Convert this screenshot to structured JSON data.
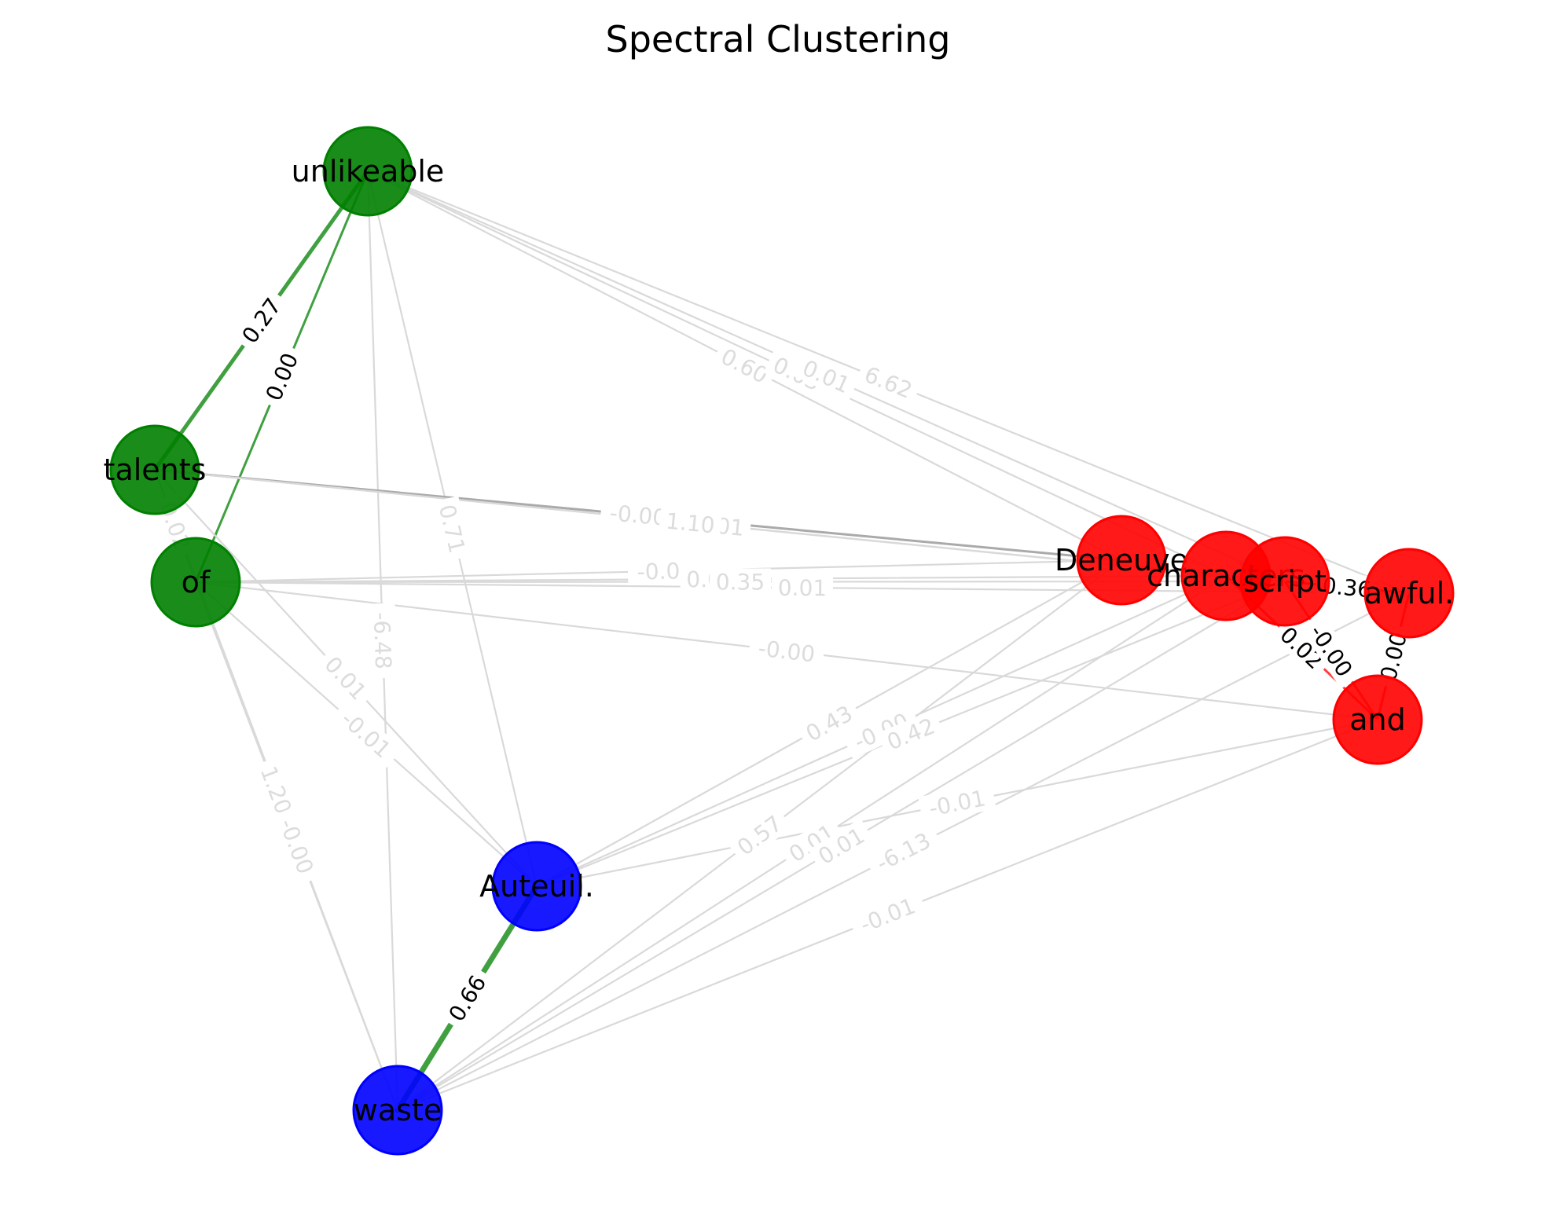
{
  "title": "Spectral Clustering",
  "colors": {
    "green": "#008000",
    "blue": "#0000ff",
    "red": "#ff0000",
    "faint_edge": "#d9d9d9",
    "faint_label": "#dcdcdc",
    "dark_edge": "#aaaaaa"
  },
  "nodes": [
    {
      "id": "unlikeable",
      "label": "unlikeable",
      "cluster": "green"
    },
    {
      "id": "talents",
      "label": "talents",
      "cluster": "green"
    },
    {
      "id": "of",
      "label": "of",
      "cluster": "green"
    },
    {
      "id": "auteuil",
      "label": "Auteuil.",
      "cluster": "blue"
    },
    {
      "id": "waste",
      "label": "waste",
      "cluster": "blue"
    },
    {
      "id": "deneuve",
      "label": "Deneuve",
      "cluster": "red"
    },
    {
      "id": "characters",
      "label": "characters",
      "cluster": "red"
    },
    {
      "id": "script",
      "label": "script",
      "cluster": "red"
    },
    {
      "id": "awful",
      "label": "awful.",
      "cluster": "red"
    },
    {
      "id": "and",
      "label": "and",
      "cluster": "red"
    }
  ],
  "edges": [
    {
      "source": "unlikeable",
      "target": "talents",
      "label": "0.27",
      "style": "green"
    },
    {
      "source": "unlikeable",
      "target": "of",
      "label": "0.00",
      "style": "green"
    },
    {
      "source": "talents",
      "target": "of",
      "label": "0.02",
      "style": "faint"
    },
    {
      "source": "auteuil",
      "target": "waste",
      "label": "0.66",
      "style": "green"
    },
    {
      "source": "characters",
      "target": "and",
      "label": "0.02",
      "style": "red"
    },
    {
      "source": "script",
      "target": "and",
      "label": "-0.00",
      "style": "red"
    },
    {
      "source": "awful",
      "target": "and",
      "label": "0.00",
      "style": "red"
    },
    {
      "source": "script",
      "target": "awful",
      "label": "0.36",
      "style": "red"
    },
    {
      "source": "unlikeable",
      "target": "deneuve",
      "label": "0.60",
      "style": "faint"
    },
    {
      "source": "unlikeable",
      "target": "characters",
      "label": "0.03",
      "style": "faint"
    },
    {
      "source": "unlikeable",
      "target": "script",
      "label": "0.01",
      "style": "faint"
    },
    {
      "source": "unlikeable",
      "target": "awful",
      "label": "6.62",
      "style": "faint"
    },
    {
      "source": "unlikeable",
      "target": "auteuil",
      "label": "0.71",
      "style": "faint"
    },
    {
      "source": "unlikeable",
      "target": "waste",
      "label": "-6.48",
      "style": "faint"
    },
    {
      "source": "talents",
      "target": "deneuve",
      "label": "-0.00",
      "style": "dark"
    },
    {
      "source": "talents",
      "target": "script",
      "label": "0.01",
      "style": "faint"
    },
    {
      "source": "talents",
      "target": "auteuil",
      "label": "0.01",
      "style": "faint"
    },
    {
      "source": "talents",
      "target": "waste",
      "label": "1.20",
      "style": "faint"
    },
    {
      "source": "of",
      "target": "deneuve",
      "label": "-0.0",
      "style": "faint"
    },
    {
      "source": "of",
      "target": "characters",
      "label": "0.01",
      "style": "faint"
    },
    {
      "source": "of",
      "target": "script",
      "label": "0.35",
      "style": "faint"
    },
    {
      "source": "of",
      "target": "and",
      "label": "-0.00",
      "style": "faint"
    },
    {
      "source": "of",
      "target": "auteuil",
      "label": "-0.01",
      "style": "faint"
    },
    {
      "source": "of",
      "target": "waste",
      "label": "-0.00",
      "style": "faint"
    },
    {
      "source": "talents",
      "target": "characters",
      "label": "1.10",
      "style": "faint"
    },
    {
      "source": "of",
      "target": "awful",
      "label": "0.01",
      "style": "faint"
    },
    {
      "source": "auteuil",
      "target": "deneuve",
      "label": "0.43",
      "style": "faint"
    },
    {
      "source": "auteuil",
      "target": "characters",
      "label": "-0.00",
      "style": "faint"
    },
    {
      "source": "auteuil",
      "target": "script",
      "label": "0.42",
      "style": "faint"
    },
    {
      "source": "auteuil",
      "target": "and",
      "label": "-0.01",
      "style": "faint"
    },
    {
      "source": "waste",
      "target": "deneuve",
      "label": "0.57",
      "style": "faint"
    },
    {
      "source": "waste",
      "target": "characters",
      "label": "0.01",
      "style": "faint"
    },
    {
      "source": "waste",
      "target": "script",
      "label": "0.01",
      "style": "faint"
    },
    {
      "source": "waste",
      "target": "awful",
      "label": "-6.13",
      "style": "faint"
    },
    {
      "source": "waste",
      "target": "and",
      "label": "-0.01",
      "style": "faint"
    }
  ]
}
